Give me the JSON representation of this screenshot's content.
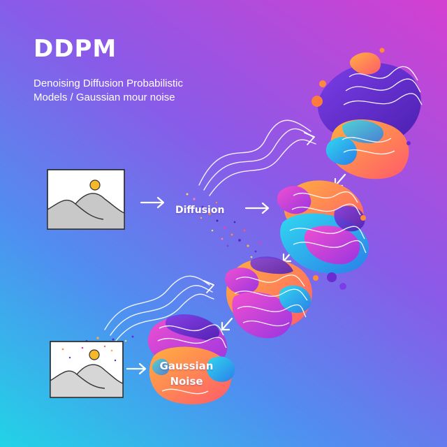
{
  "title": "DDPM",
  "subtitle": {
    "line1": "Denoising Diffusion Probabilistic",
    "line2": "Models / Gaussian mour noise"
  },
  "labels": {
    "diffusion": "Diffusion",
    "gaussian_noise_line1": "Gaussian",
    "gaussian_noise_line2": "Noise"
  },
  "icons": [
    "landscape-image-icon",
    "arrow-right-icon",
    "arrow-down-left-icon"
  ],
  "colors": {
    "background_start": "#22d3e6",
    "background_end": "#d43fd0",
    "blob_purple": "#6a2bd1",
    "blob_orange": "#ff8a3d",
    "blob_cyan": "#2cc8e8",
    "blob_magenta": "#e040c8",
    "sun": "#f5b82a"
  }
}
